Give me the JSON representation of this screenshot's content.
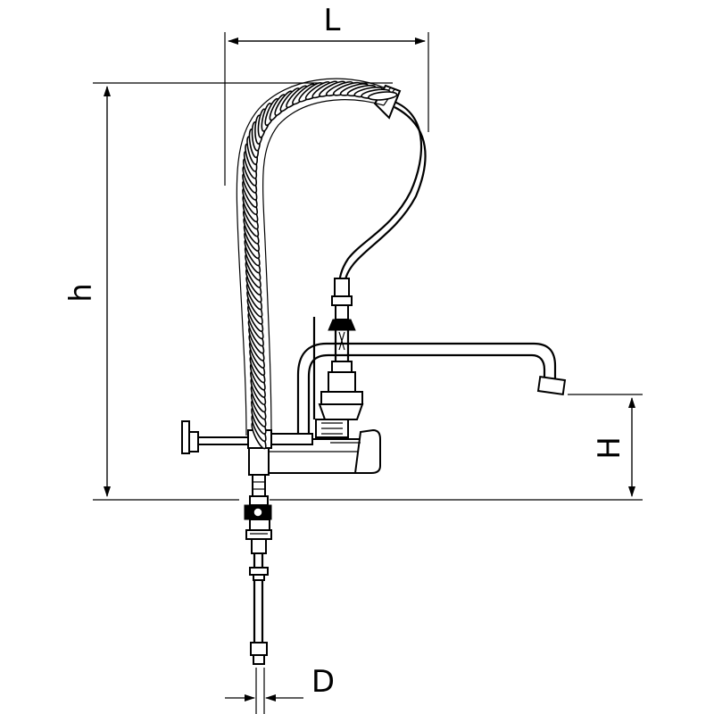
{
  "drawing": {
    "subject": "pre-rinse-faucet",
    "dimensions": {
      "L": "L",
      "h": "h",
      "H": "H",
      "D": "D"
    }
  }
}
